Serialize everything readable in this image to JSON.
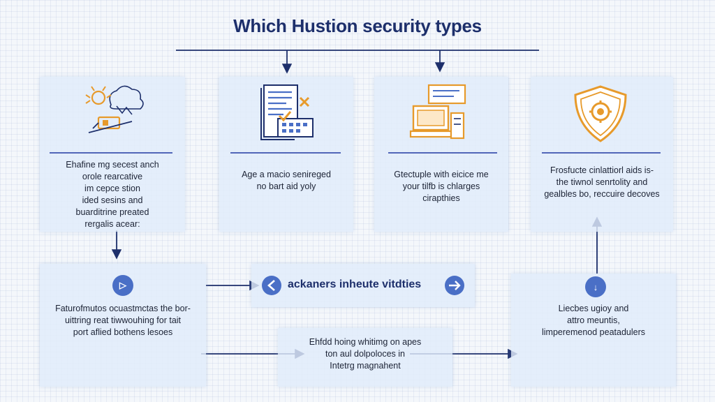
{
  "title": "Which Hustion security types",
  "top_panels": [
    {
      "lines": "Ehafine mg secest anch\norole rearcative\nim cepce stion\nided sesins and\nbuarditrine preated\nrergalis acear:",
      "icon": "bug-cloud-icon"
    },
    {
      "lines": "Age a macio senireged\nno bart aid yoly",
      "icon": "document-checklist-icon"
    },
    {
      "lines": "Gtectuple with eicice me\nyour tilfb is chlarges\ncirapthies",
      "icon": "computer-workstation-icon"
    },
    {
      "lines": "Frosfucte cinlattiorl aids is-\nthe tiwnol senrtolity and\ngealbles bo, reccuire decoves",
      "icon": "shield-gear-icon"
    }
  ],
  "bottom_panels": [
    {
      "badge": "▷",
      "lines": "Faturofmutos ocuastmctas the bor-\nuittring reat tiwwouhing for tait\nport aflied bothens lesoes"
    },
    {
      "pill": "ackaners inheute vitdties"
    },
    {
      "lines": "Ehfdd hoing whitimg on apes\nton aul dolpoloces in\nIntetrg magnahent"
    },
    {
      "badge": "↓",
      "lines": "Liecbes ugioy and\nattro meuntis,\nlimperemenod peatadulers"
    }
  ],
  "colors": {
    "accent": "#4a6fc6",
    "line": "#1d2f6b",
    "icon_orange": "#e79a2b"
  }
}
